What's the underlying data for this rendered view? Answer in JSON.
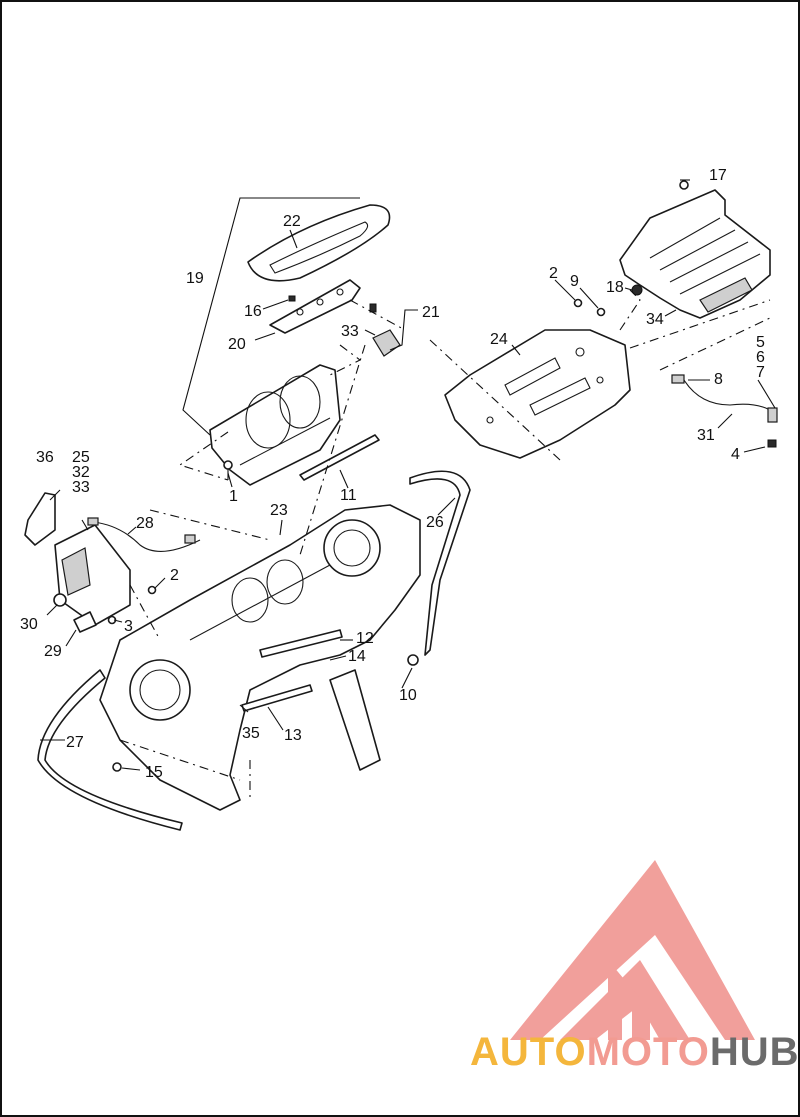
{
  "diagram": {
    "callouts": [
      {
        "id": "c17",
        "text": "17"
      },
      {
        "id": "c22",
        "text": "22"
      },
      {
        "id": "c19",
        "text": "19"
      },
      {
        "id": "c16",
        "text": "16"
      },
      {
        "id": "c21",
        "text": "21"
      },
      {
        "id": "c33a",
        "text": "33"
      },
      {
        "id": "c20",
        "text": "20"
      },
      {
        "id": "c2a",
        "text": "2"
      },
      {
        "id": "c9",
        "text": "9"
      },
      {
        "id": "c18",
        "text": "18"
      },
      {
        "id": "c24",
        "text": "24"
      },
      {
        "id": "c34",
        "text": "34"
      },
      {
        "id": "c5",
        "text": "5"
      },
      {
        "id": "c6",
        "text": "6"
      },
      {
        "id": "c7",
        "text": "7"
      },
      {
        "id": "c8",
        "text": "8"
      },
      {
        "id": "c31",
        "text": "31"
      },
      {
        "id": "c4",
        "text": "4"
      },
      {
        "id": "c36",
        "text": "36"
      },
      {
        "id": "c25",
        "text": "25"
      },
      {
        "id": "c32",
        "text": "32"
      },
      {
        "id": "c33b",
        "text": "33"
      },
      {
        "id": "c1",
        "text": "1"
      },
      {
        "id": "c11",
        "text": "11"
      },
      {
        "id": "c23",
        "text": "23"
      },
      {
        "id": "c26",
        "text": "26"
      },
      {
        "id": "c28",
        "text": "28"
      },
      {
        "id": "c2b",
        "text": "2"
      },
      {
        "id": "c30",
        "text": "30"
      },
      {
        "id": "c3",
        "text": "3"
      },
      {
        "id": "c29",
        "text": "29"
      },
      {
        "id": "c12",
        "text": "12"
      },
      {
        "id": "c14",
        "text": "14"
      },
      {
        "id": "c10",
        "text": "10"
      },
      {
        "id": "c27",
        "text": "27"
      },
      {
        "id": "c35",
        "text": "35"
      },
      {
        "id": "c13",
        "text": "13"
      },
      {
        "id": "c15",
        "text": "15"
      }
    ]
  },
  "watermark": {
    "word_part1": "AUTO",
    "word_part2": "MOTO",
    "word_part3": "HUB",
    "color_part1": "#f4b63c",
    "color_part2": "#f29b92",
    "color_part3": "#6b6b6b",
    "logo_color": "#ef8f8a"
  }
}
